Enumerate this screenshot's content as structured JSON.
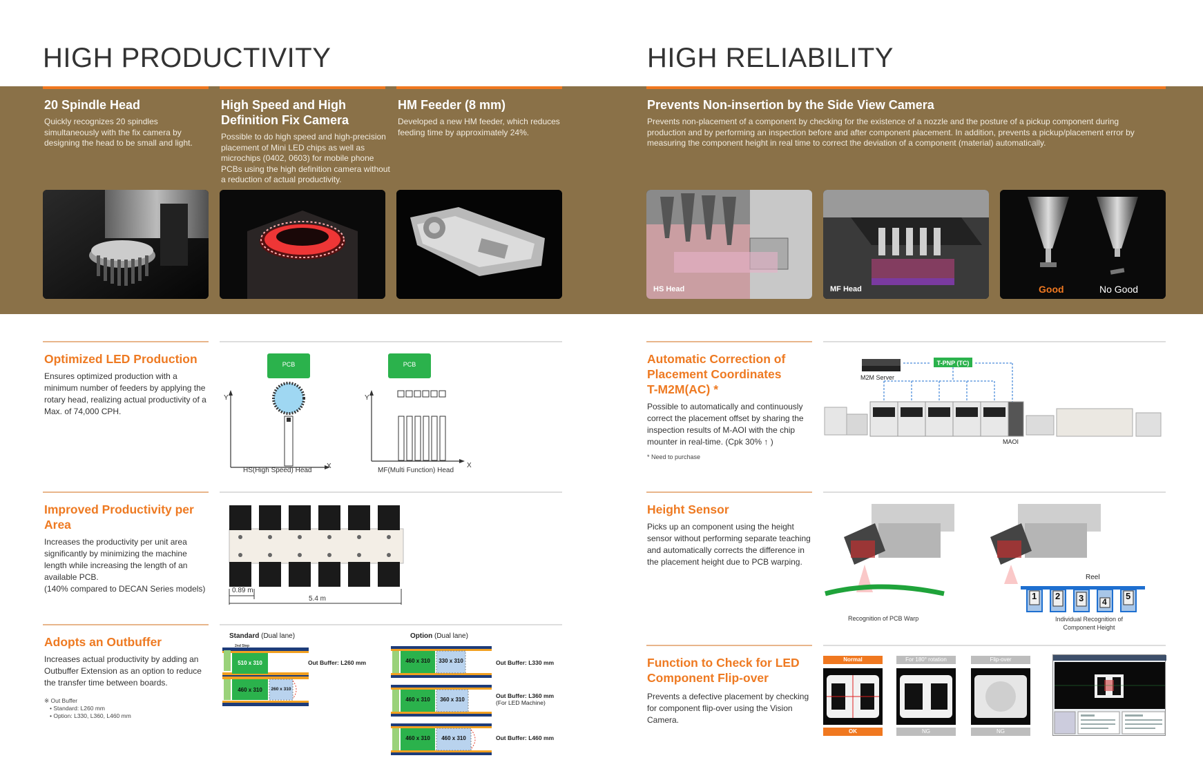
{
  "headings": {
    "productivity": "HIGH PRODUCTIVITY",
    "reliability": "HIGH RELIABILITY"
  },
  "top_features": [
    {
      "title": "20 Spindle Head",
      "text": "Quickly recognizes 20 spindles simultaneously with the fix camera by designing the head to be small and light."
    },
    {
      "title": "High Speed and High Definition Fix Camera",
      "text": "Possible to do high speed and high-precision placement of Mini LED chips as well as microchips (0402, 0603) for mobile phone PCBs using the high definition camera without a reduction of actual productivity."
    },
    {
      "title": "HM Feeder (8 mm)",
      "text": "Developed a new HM feeder, which reduces feeding time by approximately 24%."
    }
  ],
  "side_view": {
    "title": "Prevents Non-insertion by the Side View Camera",
    "text": "Prevents non-placement of a component by checking for the existence of a nozzle and the posture of a pickup component during production and by performing an inspection before and after component placement. In addition, prevents a pickup/placement error by measuring the component height in real time to correct the deviation of a component (material) automatically.",
    "captions": {
      "hs": "HS Head",
      "mf": "MF Head",
      "good": "Good",
      "no_good": "No Good"
    }
  },
  "led_production": {
    "title": "Optimized LED Production",
    "text": "Ensures optimized production with a minimum number of feeders by applying the rotary head, realizing actual productivity of a Max. of 74,000 CPH.",
    "diagram": {
      "pcb": "PCB",
      "y": "Y",
      "x": "X",
      "hs_label": "HS(High Speed) Head",
      "mf_label": "MF(Multi Function) Head"
    }
  },
  "productivity_area": {
    "title": "Improved Productivity per Area",
    "text": "Increases the productivity per unit area significantly by minimizing the machine length while increasing the length of an available PCB.",
    "note": "(140% compared to DECAN Series models)",
    "dims": {
      "unit": "0.89 m",
      "total": "5.4 m"
    }
  },
  "outbuffer": {
    "title": "Adopts an Outbuffer",
    "text": "Increases actual productivity by adding an Outbuffer Extension as an option to reduce the transfer time between boards.",
    "notes": [
      "※ Out Buffer",
      "• Standard: L260 mm",
      "• Option: L330, L360, L460 mm"
    ],
    "standard": {
      "title_bold": "Standard",
      "title_rest": " (Dual lane)",
      "step": "2nd Step",
      "a": "510 x 310",
      "b": "460 x 310",
      "c": "260 x 310",
      "label": "Out Buffer: L260 mm"
    },
    "option": {
      "title_bold": "Option",
      "title_rest": " (Dual lane)",
      "rows": [
        {
          "a": "460 x 310",
          "b": "330 x 310",
          "label": "Out Buffer: L330 mm",
          "sub": ""
        },
        {
          "a": "460 x 310",
          "b": "360 x 310",
          "label": "Out Buffer: L360 mm",
          "sub": "(For LED Machine)"
        },
        {
          "a": "460 x 310",
          "b": "460 x 310",
          "label": "Out Buffer: L460 mm",
          "sub": ""
        }
      ]
    }
  },
  "auto_correction": {
    "title_1": "Automatic Correction of",
    "title_2": "Placement Coordinates",
    "title_3": "T-M2M(AC) *",
    "text": "Possible to automatically and continuously correct the placement offset by sharing the inspection results of M-AOI with the chip mounter in real-time. (Cpk 30% ↑ )",
    "footnote": "* Need to purchase",
    "diagram": {
      "server": "M2M Server",
      "tpnp": "T-PNP (TC)",
      "maoi": "MAOI"
    }
  },
  "height_sensor": {
    "title": "Height Sensor",
    "text": "Picks up an component using the height sensor without performing separate teaching and automatically corrects the difference in the placement height due to PCB warping.",
    "cap_warp": "Recognition of PCB Warp",
    "cap_height_1": "Individual Recognition of",
    "cap_height_2": "Component Height",
    "reel": "Reel",
    "slots": [
      "1",
      "2",
      "3",
      "4",
      "5"
    ]
  },
  "flip_check": {
    "title": "Function to Check for LED Component Flip-over",
    "text": "Prevents a defective placement by checking for component flip-over using the Vision Camera.",
    "tabs": [
      "Normal",
      "For 180° rotation",
      "Flip-over"
    ],
    "results": [
      "OK",
      "NG",
      "NG"
    ]
  },
  "colors": {
    "band": "#8a7148",
    "accent": "#f07820",
    "green": "#2bb24c"
  }
}
